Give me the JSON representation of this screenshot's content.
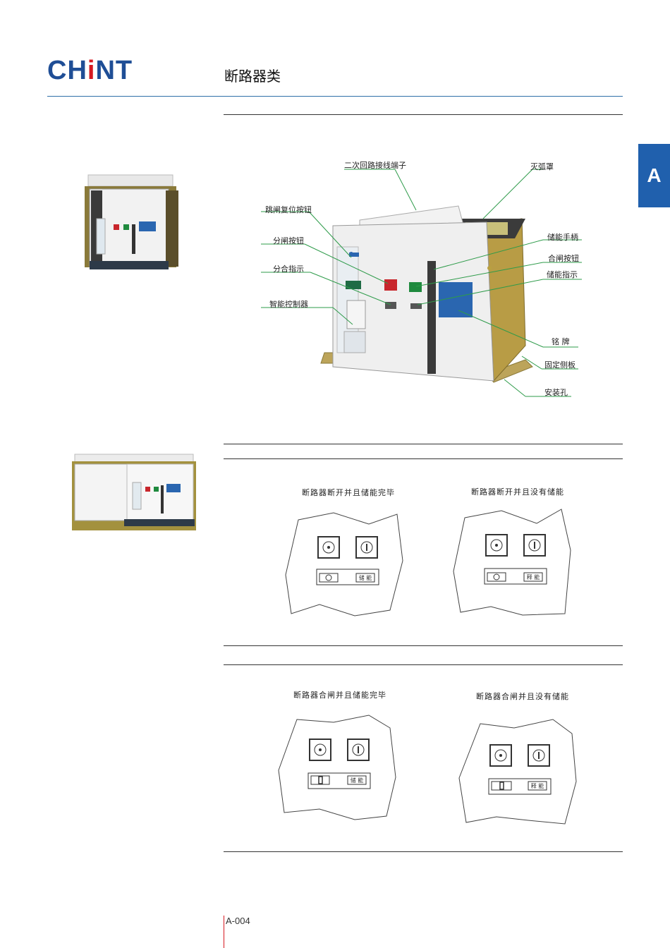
{
  "header": {
    "logo_text_a": "CH",
    "logo_text_dot": "i",
    "logo_text_b": "NT",
    "category": "断路器类"
  },
  "side_tab": "A",
  "callouts": {
    "secondary_terminal": "二次回路接线端子",
    "arc_chute": "灭弧罩",
    "trip_reset_button": "跳闸复位按钮",
    "open_button": "分闸按钮",
    "open_close_indicator": "分合指示",
    "smart_controller": "智能控制器",
    "charging_handle": "储能手柄",
    "close_button": "合闸按钮",
    "charge_indicator": "储能指示",
    "nameplate": "铭 牌",
    "side_plate": "固定侧板",
    "mount_hole": "安装孔"
  },
  "states": [
    {
      "caption": "断路器断开并且储能完毕",
      "charge_label": "储 能"
    },
    {
      "caption": "断路器断开并且没有储能",
      "charge_label": "释 能"
    },
    {
      "caption": "断路器合闸并且储能完毕",
      "charge_label": "储 能"
    },
    {
      "caption": "断路器合闸并且没有储能",
      "charge_label": "释 能"
    }
  ],
  "footer": {
    "page_number": "A-004"
  },
  "colors": {
    "brand_blue": "#1f4e96",
    "accent_red": "#d71920",
    "tab_blue": "#2060ad",
    "leader_green": "#2e9b4a"
  }
}
